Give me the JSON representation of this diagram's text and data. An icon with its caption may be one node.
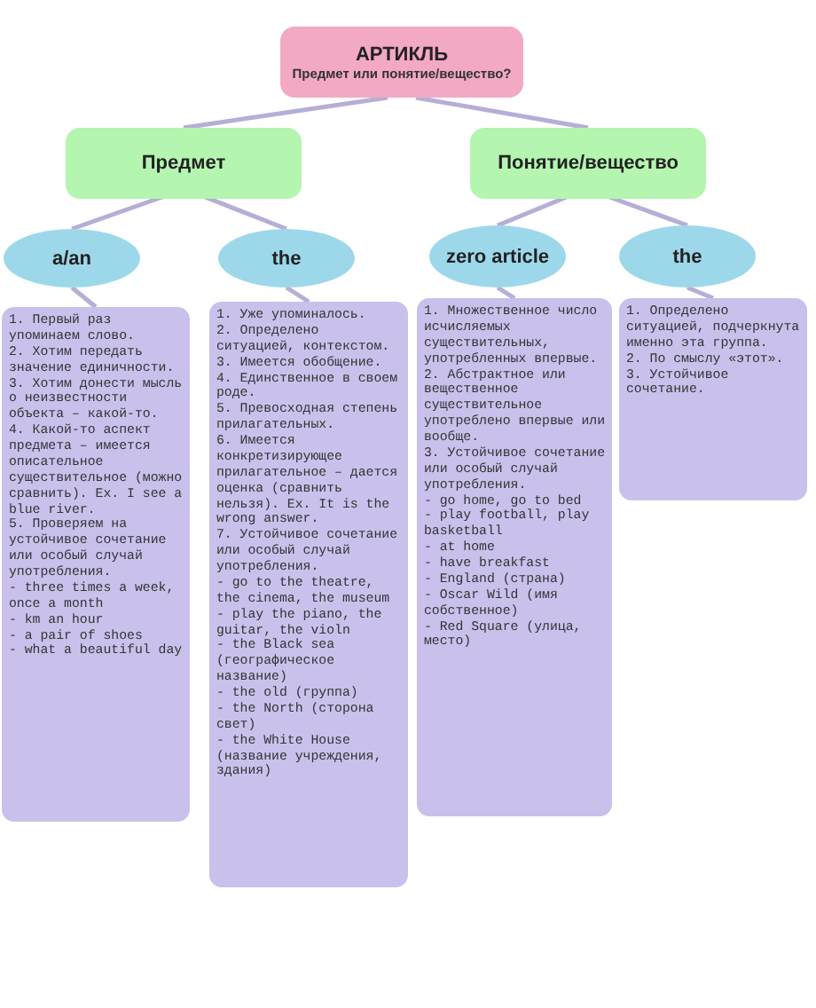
{
  "diagram": {
    "nodes": [
      {
        "text": [
          "АРТИКЛЬ",
          "Предмет или понятие/вещество?"
        ]
      },
      {
        "text": [
          "Предмет"
        ]
      },
      {
        "text": [
          "Понятие/вещество"
        ]
      },
      {
        "text": [
          "a/an"
        ]
      },
      {
        "text": [
          "the"
        ]
      },
      {
        "text": [
          "zero article"
        ]
      },
      {
        "text": [
          "the"
        ]
      },
      {
        "text": [
          "1. Первый раз упоминаем слово.",
          "2. Хотим передать значение единичности.",
          "3. Хотим донести мысль о неизвестности объекта – какой-то.",
          "4. Какой-то аспект предмета – имеется описательное существительное (можно сравнить). Ex. I see a blue river.",
          "5. Проверяем на устойчивое сочетание или особый случай употребления.",
          "- three times a week, once a month",
          "- km an hour",
          "- a pair of shoes",
          "- what a beautiful day"
        ]
      },
      {
        "text": [
          "1. Уже упоминалось.",
          "2. Определено ситуацией, контекстом.",
          "3. Имеется обобщение.",
          "4. Единственное в своем роде.",
          "5. Превосходная степень прилагательных.",
          "6. Имеется конкретизирующее прилагательное – дается оценка (сравнить нельзя). Ex. It is the wrong answer.",
          "7. Устойчивое сочетание или особый случай употребления.",
          "- go to the theatre, the cinema, the museum",
          "- play the piano, the guitar, the violn",
          "- the Black sea (географическое название)",
          "- the old (группа)",
          "- the North (сторона свет)",
          "- the White House (название учреждения, здания)"
        ]
      },
      {
        "text": [
          "1. Множественное число исчисляемых существительных, употребленных впервые.",
          "2. Абстрактное или вещественное существительное употреблено впервые или вообще.",
          "3. Устойчивое сочетание или особый случай употребления.",
          "- go home, go to bed",
          "- play football, play basketball",
          "- at home",
          "- have breakfast",
          "- England (страна)",
          "- Oscar Wild (имя собственное)",
          "- Red Square (улица, место)"
        ]
      },
      {
        "text": [
          "1. Определено ситуацией, подчеркнута именно эта группа.",
          "2. По смыслу «этот».",
          "3. Устойчивое сочетание."
        ]
      }
    ],
    "edges": [
      {
        "from": 0,
        "to": 1,
        "arrow": "none"
      },
      {
        "from": 0,
        "to": 2,
        "arrow": "none"
      },
      {
        "from": 1,
        "to": 3,
        "arrow": "none"
      },
      {
        "from": 1,
        "to": 4,
        "arrow": "none"
      },
      {
        "from": 2,
        "to": 5,
        "arrow": "none"
      },
      {
        "from": 2,
        "to": 6,
        "arrow": "none"
      },
      {
        "from": 3,
        "to": 7,
        "arrow": "none"
      },
      {
        "from": 4,
        "to": 8,
        "arrow": "none"
      },
      {
        "from": 5,
        "to": 9,
        "arrow": "none"
      },
      {
        "from": 6,
        "to": 10,
        "arrow": "none"
      }
    ]
  }
}
